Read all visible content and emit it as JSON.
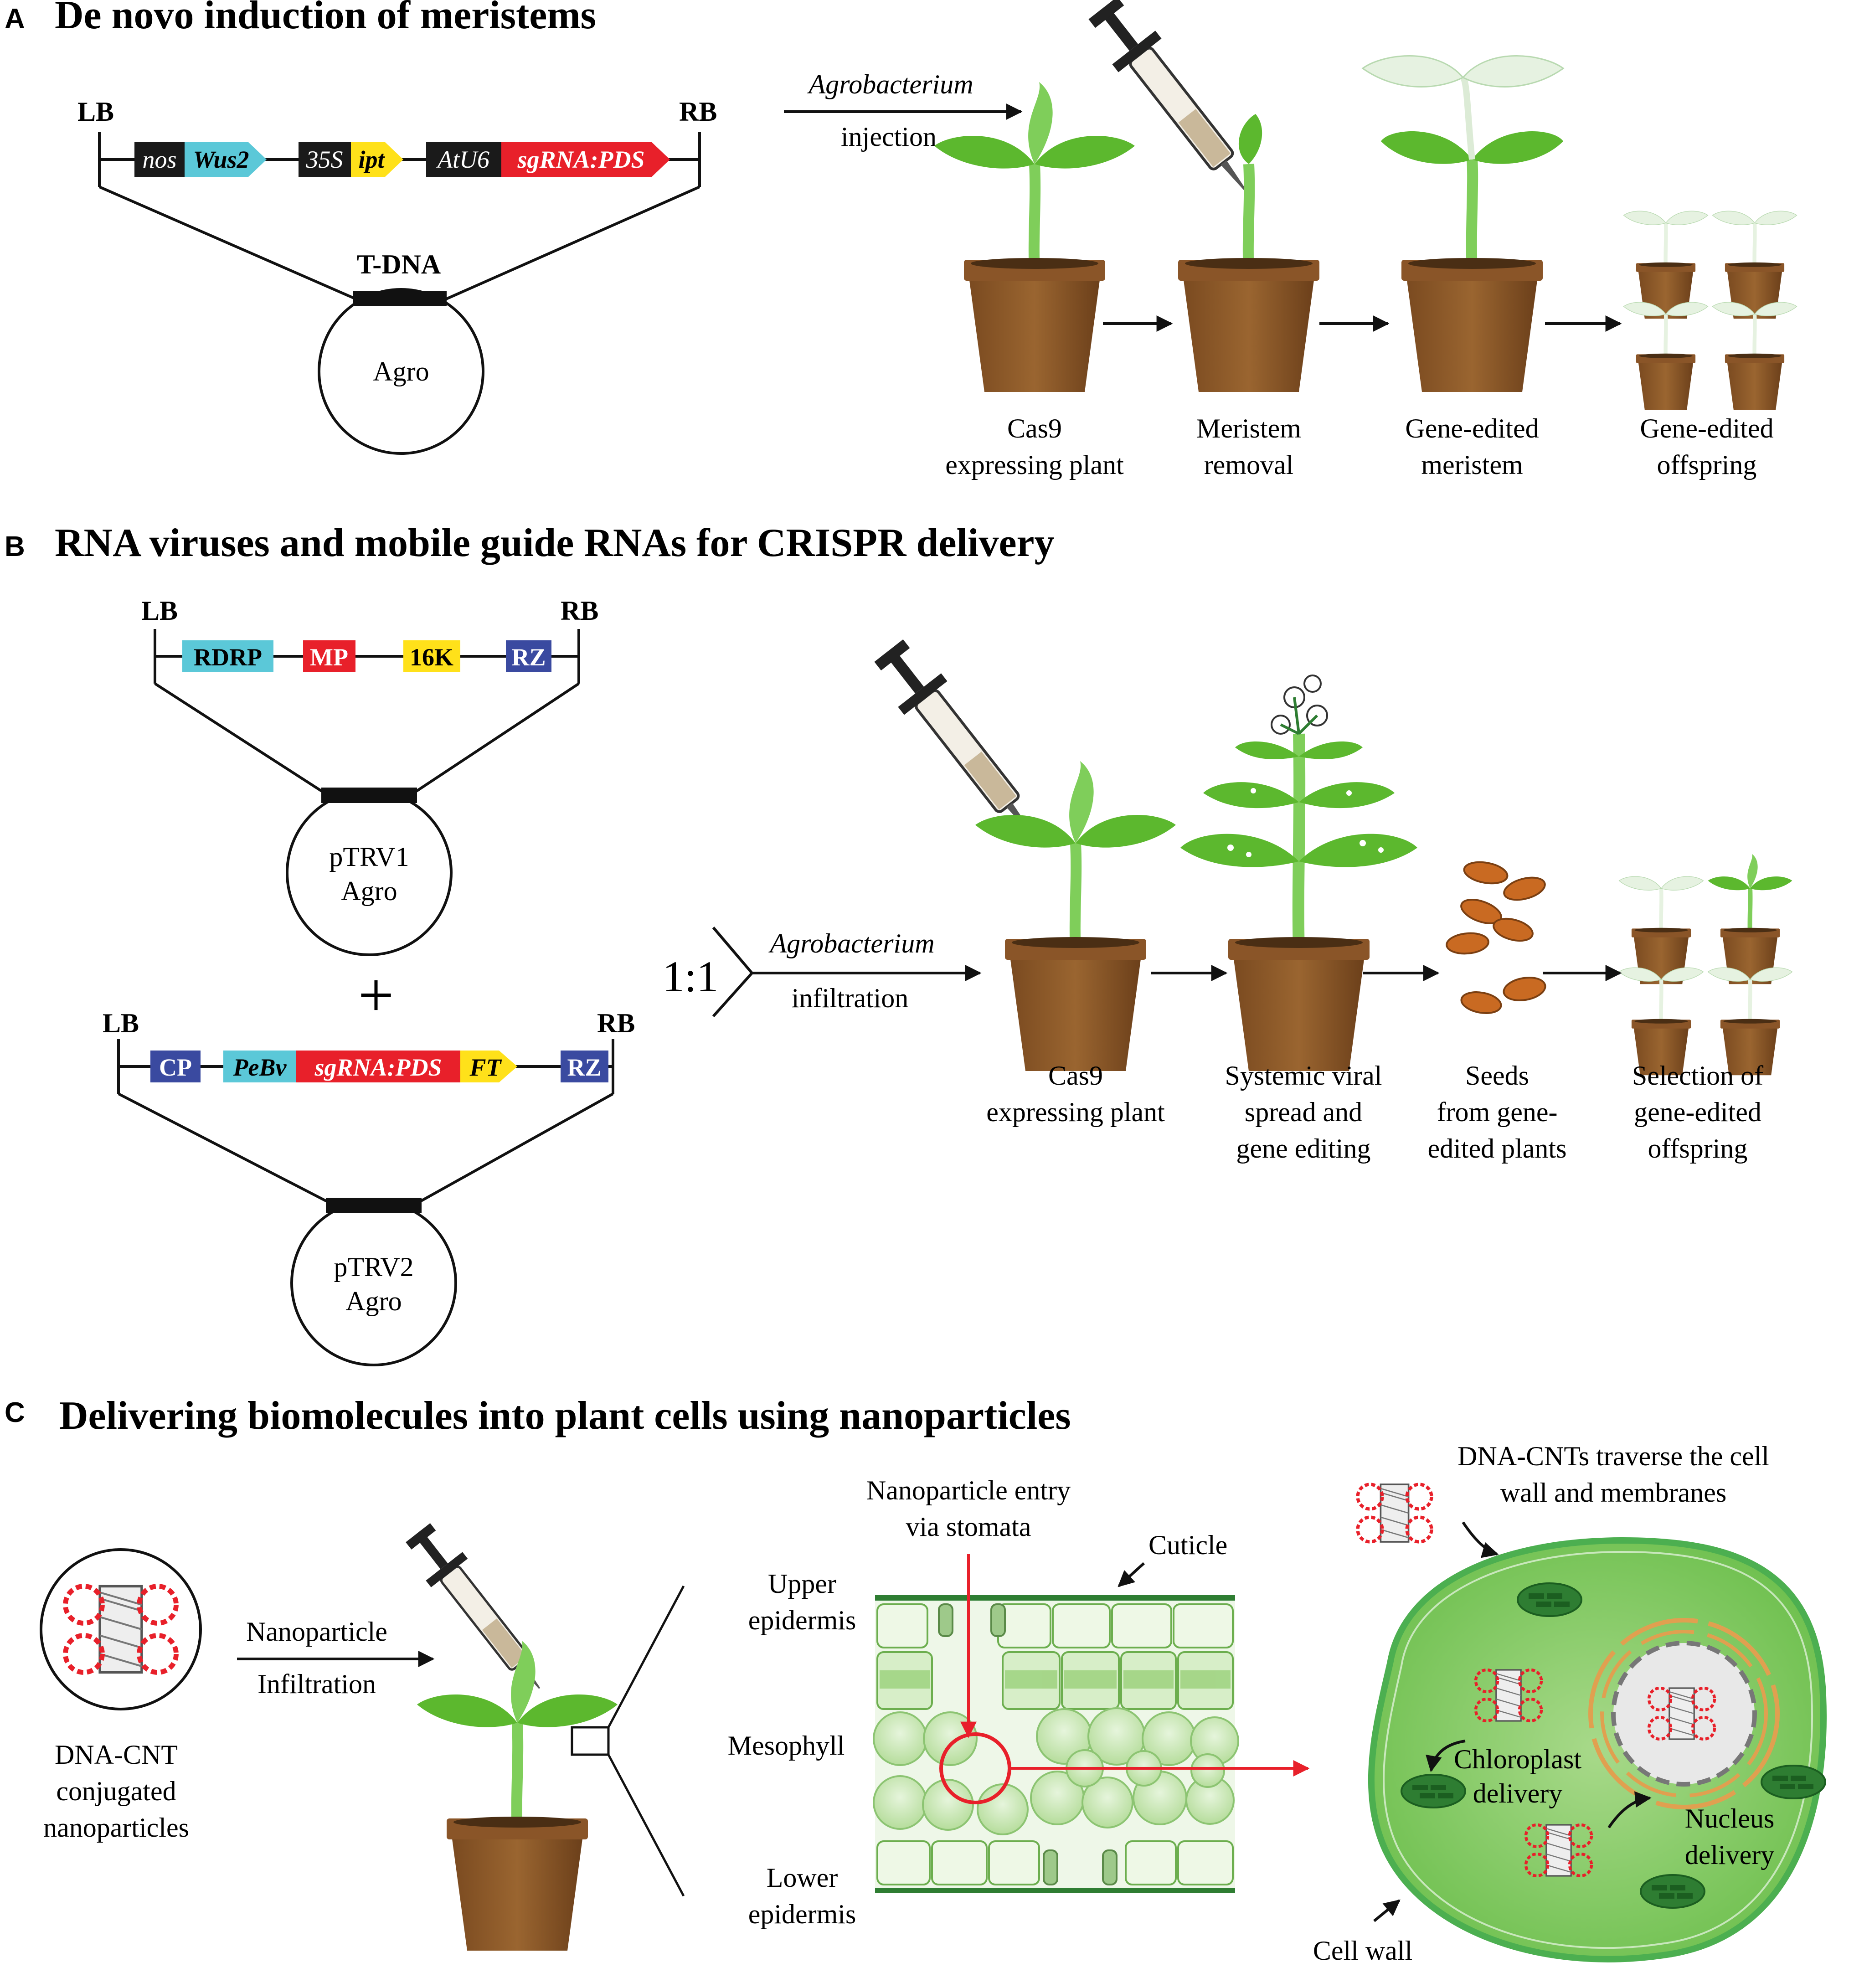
{
  "panelA": {
    "letter": "A",
    "title": "De novo induction of meristems",
    "lb": "LB",
    "rb": "RB",
    "cassette": [
      {
        "promoter": "nos",
        "gene": "Wus2"
      },
      {
        "promoter": "35S",
        "gene": "ipt"
      },
      {
        "promoter": "AtU6",
        "gene": "sgRNA:PDS"
      }
    ],
    "tdna": "T-DNA",
    "agro": "Agro",
    "arrow_top": "Agrobacterium",
    "arrow_bottom": "injection",
    "stages": [
      [
        "Cas9",
        "expressing plant"
      ],
      [
        "Meristem",
        "removal"
      ],
      [
        "Gene-edited",
        "meristem"
      ],
      [
        "Gene-edited",
        "offspring"
      ]
    ]
  },
  "panelB": {
    "letter": "B",
    "title": "RNA viruses and mobile guide RNAs for CRISPR delivery",
    "lb": "LB",
    "rb": "RB",
    "trv1_genes": [
      "RDRP",
      "MP",
      "16K",
      "RZ"
    ],
    "trv2_genes": [
      "CP",
      "PeBv",
      "sgRNA:PDS",
      "FT",
      "RZ"
    ],
    "plasmid1": [
      "pTRV1",
      "Agro"
    ],
    "plasmid2": [
      "pTRV2",
      "Agro"
    ],
    "plus": "+",
    "ratio": "1:1",
    "arrow_top": "Agrobacterium",
    "arrow_bottom": "infiltration",
    "stages": [
      [
        "Cas9",
        "expressing plant"
      ],
      [
        "Systemic viral",
        "spread and",
        "gene editing"
      ],
      [
        "Seeds",
        "from gene-",
        "edited plants"
      ],
      [
        "Selection of",
        "gene-edited",
        "offspring"
      ]
    ]
  },
  "panelC": {
    "letter": "C",
    "title": "Delivering biomolecules into plant cells using nanoparticles",
    "cnt_label": [
      "DNA-CNT",
      "conjugated",
      "nanoparticles"
    ],
    "arrow_top": "Nanoparticle",
    "arrow_bottom": "Infiltration",
    "entry_label": [
      "Nanoparticle entry",
      "via stomata"
    ],
    "cuticle": "Cuticle",
    "upper": [
      "Upper",
      "epidermis"
    ],
    "mesophyll": "Mesophyll",
    "lower": [
      "Lower",
      "epidermis"
    ],
    "traverse": [
      "DNA-CNTs traverse the cell",
      "wall and membranes"
    ],
    "chloroplast": [
      "Chloroplast",
      "delivery"
    ],
    "nucleus": [
      "Nucleus",
      "delivery"
    ],
    "cell_wall": "Cell wall"
  },
  "colors": {
    "pot": "#8b5a2b",
    "pot_rim": "#7a4a20",
    "leaf": "#5cb82e",
    "stem": "#7fce5a",
    "pale_leaf": "#dff0d8",
    "cyan": "#5bc8d8",
    "yellow": "#ffe11a",
    "red": "#e8202a",
    "navy": "#3a4aa0",
    "cell_green": "#c4e6b0",
    "dark_green": "#2e7d32"
  }
}
